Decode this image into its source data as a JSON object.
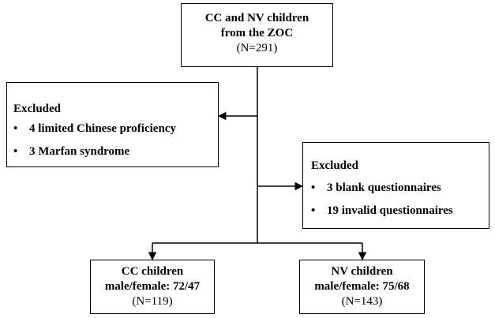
{
  "top_box": {
    "title_line1": "CC and NV children",
    "title_line2": "from the ZOC",
    "count": "(N=291)"
  },
  "excluded_left": {
    "heading": "Excluded",
    "items": [
      "4 limited Chinese proficiency",
      "3 Marfan syndrome"
    ]
  },
  "excluded_right": {
    "heading": "Excluded",
    "items": [
      "3 blank questionnaires",
      "19 invalid questionnaires"
    ]
  },
  "cc_box": {
    "title": "CC children",
    "sex_ratio": "male/female: 72/47",
    "count": "(N=119)"
  },
  "nv_box": {
    "title": "NV children",
    "sex_ratio": "male/female: 75/68",
    "count": "(N=143)"
  }
}
